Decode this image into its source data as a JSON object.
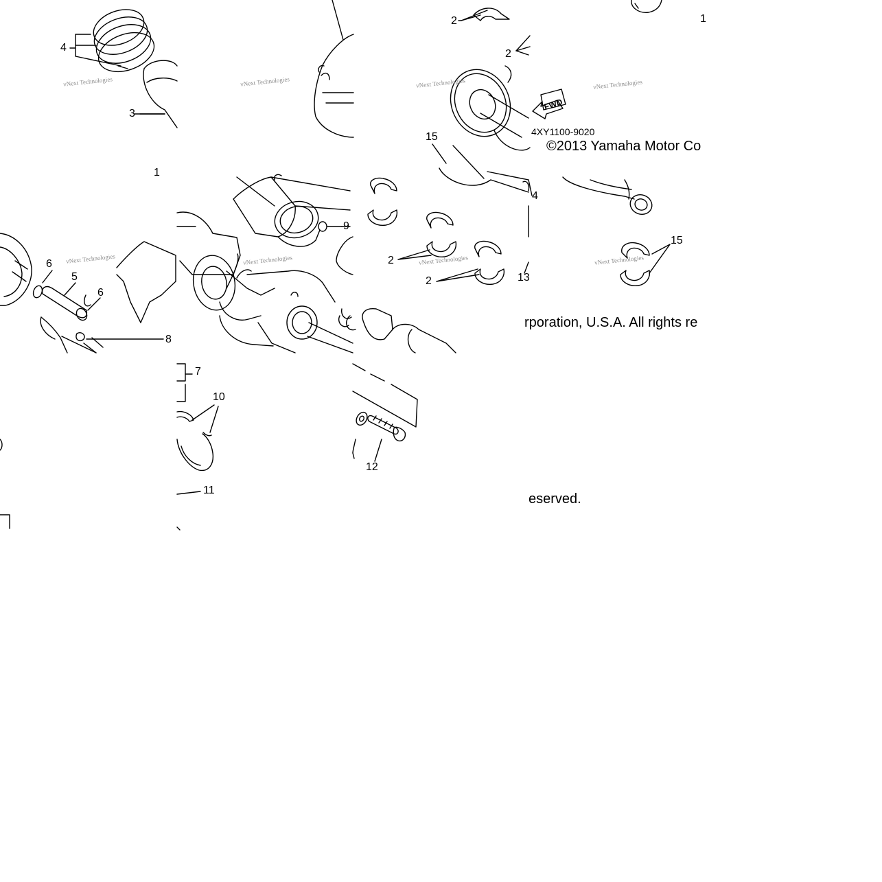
{
  "diagram": {
    "part_code": "4XY1100-9020",
    "copyright_a": "©2013 Yamaha Motor Co",
    "copyright_b": "rporation, U.S.A. All rights re",
    "copyright_c": "eserved.",
    "fwd_label": "FWD",
    "watermark": "vNext Technologies",
    "callouts": {
      "c1a": "1",
      "c1b": "1",
      "c2a": "2",
      "c2b": "2",
      "c2c": "2",
      "c2d": "2",
      "c3": "3",
      "c4a": "4",
      "c4b": "4",
      "c5": "5",
      "c6a": "6",
      "c6b": "6",
      "c7": "7",
      "c8": "8",
      "c9": "9",
      "c10": "10",
      "c11": "11",
      "c12": "12",
      "c13": "13",
      "c15a": "15",
      "c15b": "15"
    }
  }
}
